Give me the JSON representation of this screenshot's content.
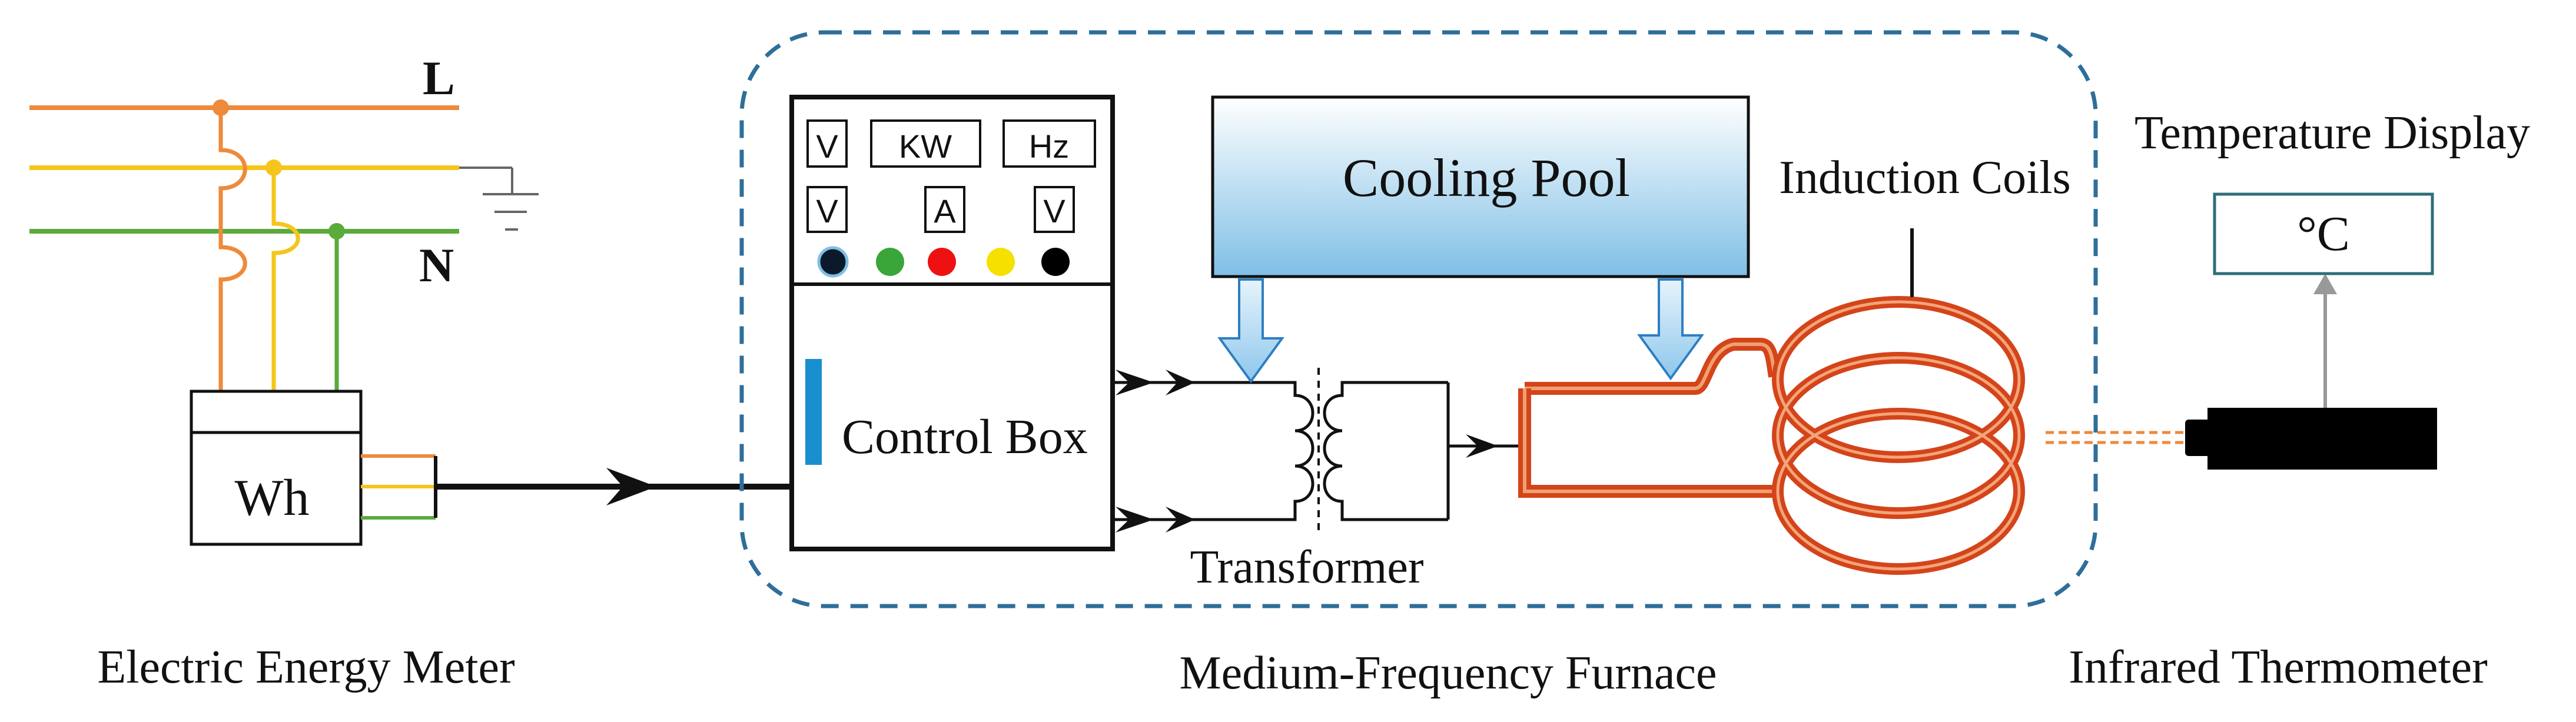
{
  "meter_section": {
    "line_label": "L",
    "neutral_label": "N",
    "meter_symbol": "Wh",
    "caption": "Electric Energy Meter"
  },
  "furnace_section": {
    "caption": "Medium-Frequency Furnace",
    "control_box": {
      "label": "Control Box",
      "meters_row1": [
        "V",
        "KW",
        "Hz"
      ],
      "meters_row2": [
        "V",
        "A",
        "V"
      ],
      "indicator_colors": [
        "#0b1a2a",
        "#3aa63a",
        "#ee1111",
        "#f5e000",
        "#000000"
      ]
    },
    "cooling_pool_label": "Cooling Pool",
    "transformer_label": "Transformer",
    "coils_label": "Induction Coils"
  },
  "thermometer_section": {
    "display_label": "Temperature Display",
    "display_value": "°C",
    "caption": "Infrared Thermometer"
  },
  "colors": {
    "phase_orange": "#ee8a3c",
    "phase_yellow": "#f5c51c",
    "neutral_green": "#5aaa3c",
    "enclosure_dash": "#2e6e9a",
    "coil_red": "#d4441a",
    "display_border": "#2e6e7a",
    "control_accent": "#1a8fcf"
  }
}
